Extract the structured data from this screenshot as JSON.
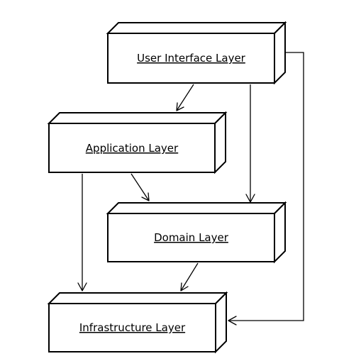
{
  "nodes": [
    {
      "id": "ui",
      "label": "User Interface Layer"
    },
    {
      "id": "app",
      "label": "Application Layer"
    },
    {
      "id": "domain",
      "label": "Domain Layer"
    },
    {
      "id": "infra",
      "label": "Infrastructure Layer"
    }
  ],
  "edges": [
    {
      "from": "ui",
      "to": "app"
    },
    {
      "from": "ui",
      "to": "domain"
    },
    {
      "from": "ui",
      "to": "infra"
    },
    {
      "from": "app",
      "to": "domain"
    },
    {
      "from": "app",
      "to": "infra"
    },
    {
      "from": "domain",
      "to": "infra"
    }
  ]
}
